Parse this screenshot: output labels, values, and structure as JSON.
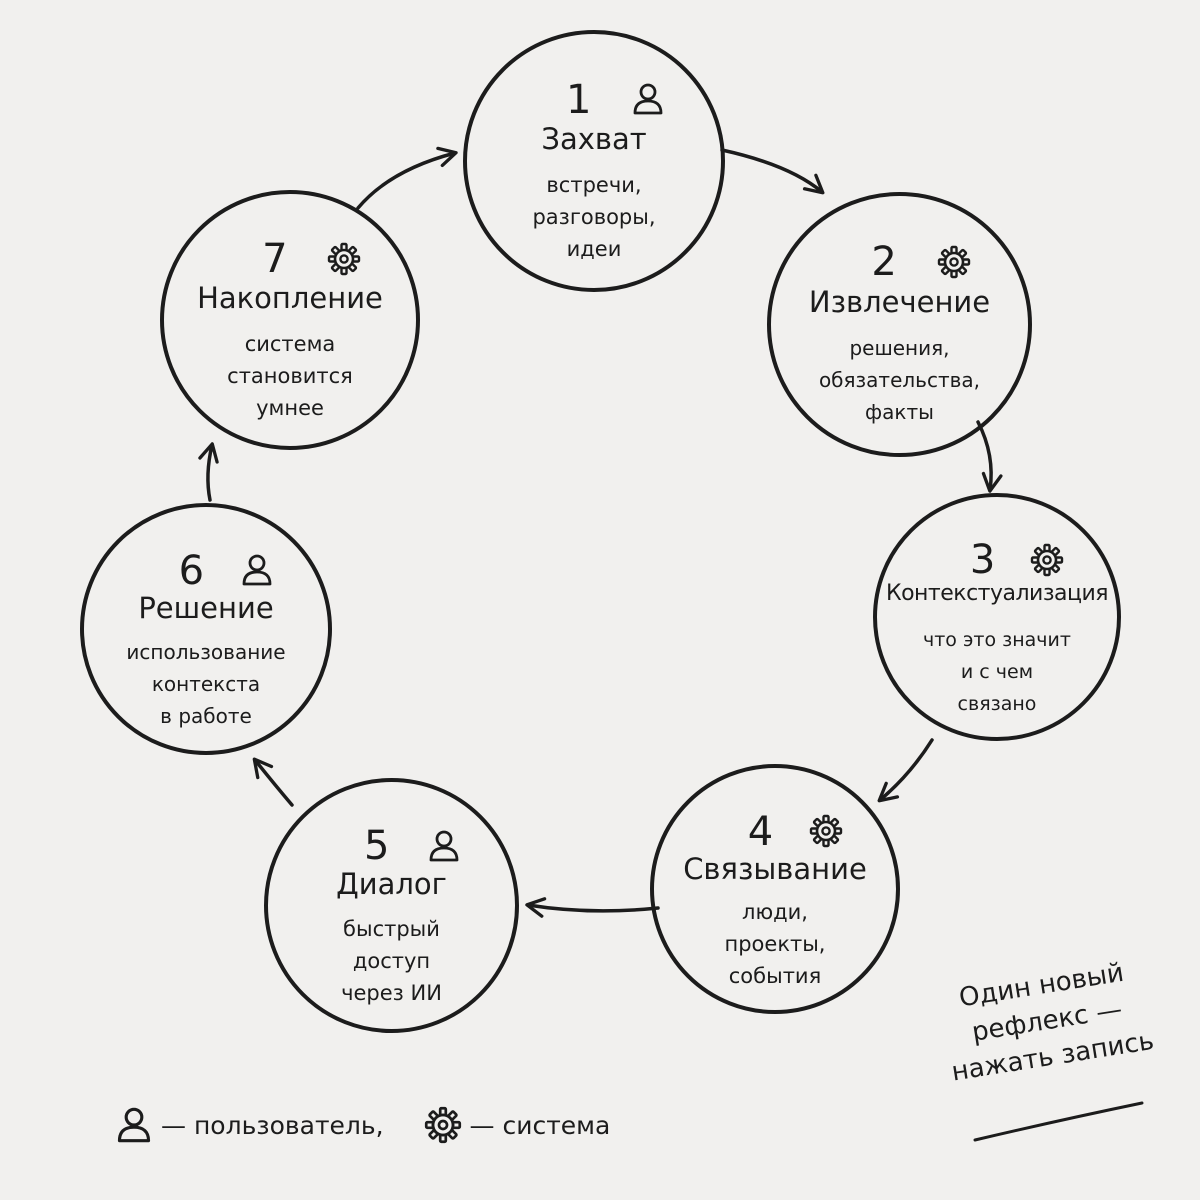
{
  "nodes": [
    {
      "number": "1",
      "role": "user",
      "title": "Захват",
      "body": "встречи,\nразговоры,\nидеи"
    },
    {
      "number": "2",
      "role": "system",
      "title": "Извлечение",
      "body": "решения,\nобязательства,\nфакты"
    },
    {
      "number": "3",
      "role": "system",
      "title": "Контекстуализация",
      "body": "что это значит\nи с чем\nсвязано"
    },
    {
      "number": "4",
      "role": "system",
      "title": "Связывание",
      "body": "люди,\nпроекты,\nсобытия"
    },
    {
      "number": "5",
      "role": "user",
      "title": "Диалог",
      "body": "быстрый\nдоступ\nчерез ИИ"
    },
    {
      "number": "6",
      "role": "user",
      "title": "Решение",
      "body": "использование\nконтекста\nв работе"
    },
    {
      "number": "7",
      "role": "system",
      "title": "Накопление",
      "body": "система\nстановится\nумнее"
    }
  ],
  "legend": {
    "user_icon": "user-icon",
    "user_label": "— пользователь,",
    "system_icon": "gear-icon",
    "system_label": "— система"
  },
  "note": {
    "text": "Один новый\nрефлекс —\nнажать запись"
  },
  "colors": {
    "ink": "#1c1c1c",
    "paper": "#f1f0ee"
  }
}
